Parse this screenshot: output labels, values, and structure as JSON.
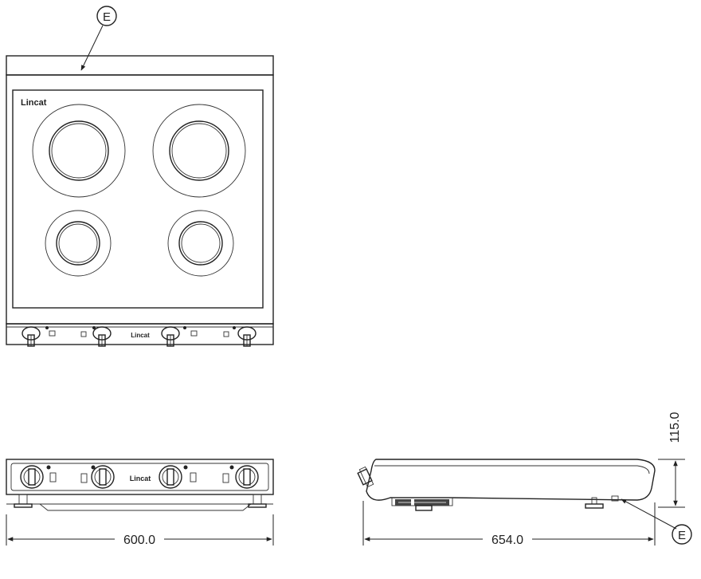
{
  "callouts": {
    "top_marker": "E",
    "side_marker": "E"
  },
  "branding": {
    "glass_logo": "Lincat",
    "panel_logo_top": "Lincat",
    "panel_logo_front": "Lincat"
  },
  "dimensions": {
    "width": "600.0",
    "depth": "654.0",
    "height": "115.0"
  }
}
